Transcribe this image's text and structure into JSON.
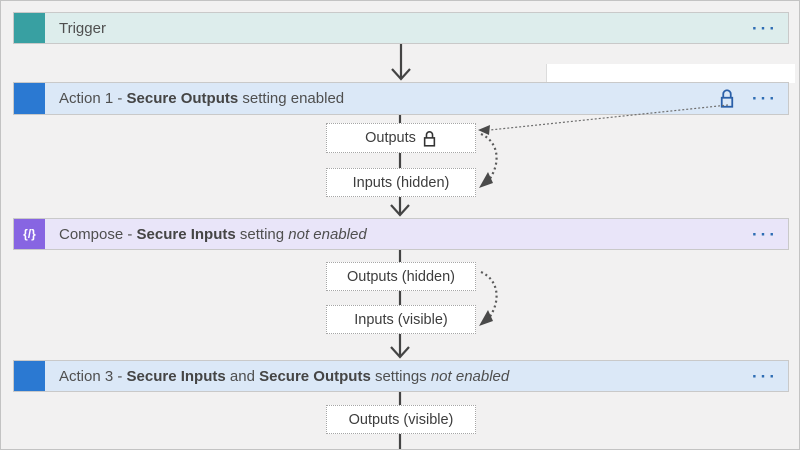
{
  "colors": {
    "background": "#f2f1f1",
    "trigger_accent": "#38a0a2",
    "trigger_bar_bg": "#ddedec",
    "action_accent": "#2b79d2",
    "action_bar_bg": "#dbe8f7",
    "compose_accent": "#8765e2",
    "compose_bar_bg": "#e9e5f9",
    "connector_line": "#444444",
    "dotted_annotation": "#5a5a5a",
    "lock_blue": "#2a5fa8",
    "menu_blue": "#2e6db4"
  },
  "flow": {
    "nodes": [
      {
        "name": "trigger",
        "title_parts": [
          {
            "t": "Trigger"
          }
        ],
        "menu_label": "···"
      },
      {
        "name": "action1",
        "title_parts": [
          {
            "t": "Action 1 - "
          },
          {
            "t": "Secure Outputs",
            "b": true
          },
          {
            "t": " setting enabled"
          }
        ],
        "has_lock_badge": true,
        "menu_label": "···"
      },
      {
        "name": "compose",
        "icon_glyph": "{/}",
        "title_parts": [
          {
            "t": "Compose - "
          },
          {
            "t": "Secure Inputs",
            "b": true
          },
          {
            "t": " setting "
          },
          {
            "t": "not enabled",
            "i": true
          }
        ],
        "menu_label": "···"
      },
      {
        "name": "action3",
        "title_parts": [
          {
            "t": "Action 3 - "
          },
          {
            "t": "Secure Inputs",
            "b": true
          },
          {
            "t": " and "
          },
          {
            "t": "Secure Outputs",
            "b": true
          },
          {
            "t": " settings "
          },
          {
            "t": "not enabled",
            "i": true
          }
        ],
        "menu_label": "···"
      }
    ],
    "detail_boxes": [
      {
        "label": "Outputs",
        "has_lock": true
      },
      {
        "label": "Inputs (hidden)"
      },
      {
        "label": "Outputs (hidden)"
      },
      {
        "label": "Inputs (visible)"
      },
      {
        "label": "Outputs (visible)"
      }
    ]
  }
}
